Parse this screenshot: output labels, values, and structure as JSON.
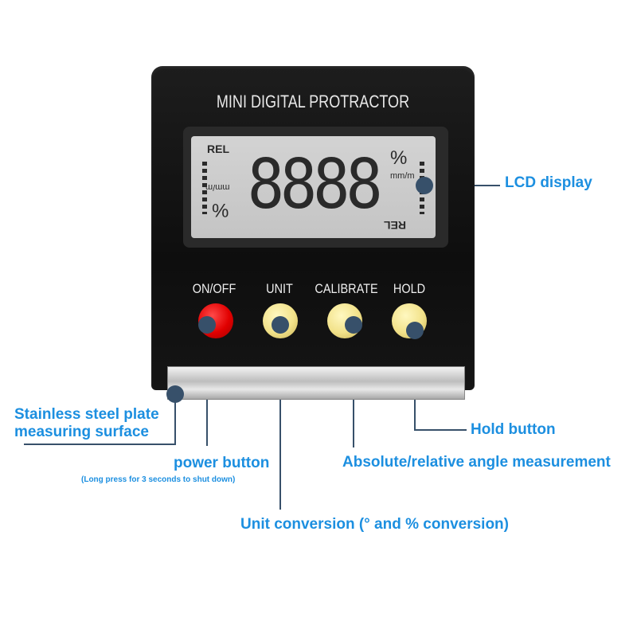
{
  "device": {
    "title": "MINI DIGITAL PROTRACTOR",
    "lcd": {
      "digits": "8888",
      "rel_top": "REL",
      "rel_bottom": "REL",
      "percent_left": "%",
      "percent_right": "%",
      "unit_left": "mm/m",
      "unit_right": "mm/m"
    },
    "buttons": [
      {
        "label": "ON/OFF",
        "color": "#e10000"
      },
      {
        "label": "UNIT",
        "color": "#f2e28a"
      },
      {
        "label": "CALIBRATE",
        "color": "#f2e28a"
      },
      {
        "label": "HOLD",
        "color": "#f2e28a"
      }
    ]
  },
  "callouts": {
    "lcd_display": "LCD display",
    "steel_plate_line1": "Stainless steel plate",
    "steel_plate_line2": "measuring surface",
    "hold_button": "Hold button",
    "power_button": "power button",
    "power_button_note": "(Long press for 3 seconds to shut down)",
    "absolute_relative": "Absolute/relative angle measurement",
    "unit_conversion": "Unit conversion (° and % conversion)"
  },
  "colors": {
    "callout_text": "#1c8fe0",
    "leader_line": "#37506a"
  }
}
